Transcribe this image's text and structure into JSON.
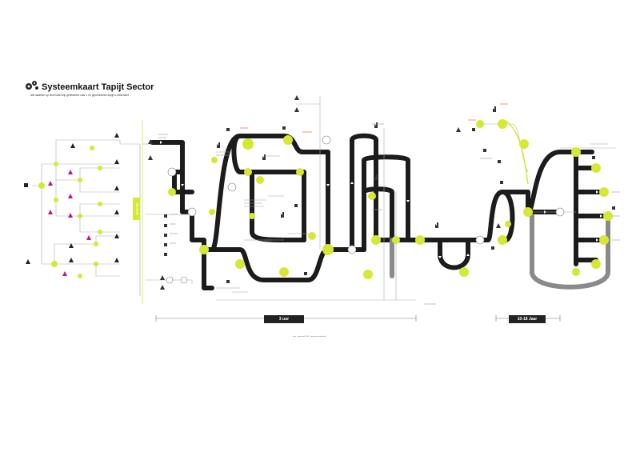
{
  "title": "Systeemkaart Tapijt Sector",
  "subtitle": "Alle waarden op deze kaart zijn gerelateerd naar 1 m² geproduceerd tapijt in Nederland",
  "side_tab_label": "Gebruik",
  "time_labels": [
    "3 uur",
    "10-18 Jaar"
  ],
  "footnote": "bron · onderzoek 2009 · tapijt sector nederland",
  "colors": {
    "track": "#1c1c1c",
    "track_grey": "#8a8a8a",
    "node": "#d4e834",
    "accent_magenta": "#c0148c",
    "thin_line": "#aaaaaa",
    "icon": "#222222",
    "axis_line": "#777777"
  }
}
